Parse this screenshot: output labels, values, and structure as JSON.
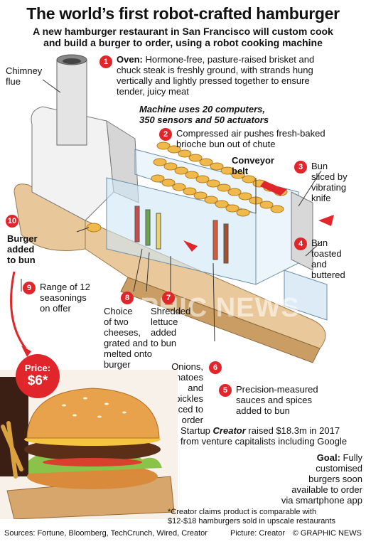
{
  "title": "The world’s first robot-crafted hamburger",
  "subtitle_line1": "A new hamburger restaurant in San Francisco will custom cook",
  "subtitle_line2": "and build a burger to order, using a robot cooking machine",
  "chimney_label_1": "Chimney",
  "chimney_label_2": "flue",
  "machine_stats_1": "Machine uses 20 computers,",
  "machine_stats_2": "350 sensors and 50 actuators",
  "conveyor_1": "Conveyor",
  "conveyor_2": "belt",
  "steps": [
    {
      "n": "1",
      "lines": [
        "Oven: Hormone-free, pasture-raised brisket and",
        "chuck steak is freshly ground, with strands hung",
        "vertically and lightly pressed together to ensure",
        "tender, juicy meat"
      ]
    },
    {
      "n": "2",
      "lines": [
        "Compressed air pushes fresh-baked",
        "brioche bun out of chute"
      ]
    },
    {
      "n": "3",
      "lines": [
        "Bun",
        "sliced by",
        "vibrating",
        "knife"
      ]
    },
    {
      "n": "4",
      "lines": [
        "Bun",
        "toasted",
        "and",
        "buttered"
      ]
    },
    {
      "n": "5",
      "lines": [
        "Precision-measured",
        "sauces and spices",
        "added to bun"
      ]
    },
    {
      "n": "6",
      "lines": [
        "Onions,",
        "tomatoes",
        "and pickles",
        "sliced to",
        "order"
      ]
    },
    {
      "n": "7",
      "lines": [
        "Shredded",
        "lettuce",
        "added",
        "to bun"
      ]
    },
    {
      "n": "8",
      "lines": [
        "Choice",
        "of two",
        "cheeses,",
        "grated and",
        "melted onto",
        "burger"
      ]
    },
    {
      "n": "9",
      "lines": [
        "Range of 12",
        "seasonings",
        "on offer"
      ]
    },
    {
      "n": "10",
      "lines": [
        "Burger",
        "added",
        "to bun"
      ]
    }
  ],
  "price_label": "Price:",
  "price_value": "$6*",
  "startup_pre": "Startup",
  "startup_name": "Creator",
  "startup_post": "raised $18.3m in 2017",
  "startup_line2": "from venture capitalists including Google",
  "goal_label": "Goal:",
  "goal_text_1": "Fully",
  "goal_lines": [
    "customised",
    "burgers soon",
    "available to order",
    "via smartphone app"
  ],
  "footnote_1": "*Creator claims product is comparable with",
  "footnote_2": "$12-$18 hamburgers sold in upscale restaurants",
  "sources": "Sources: Fortune, Bloomberg, TechCrunch, Wired, Creator",
  "picture": "Picture: Creator",
  "copyright": "© GRAPHIC NEWS",
  "watermark": "GRAPHIC NEWS"
}
